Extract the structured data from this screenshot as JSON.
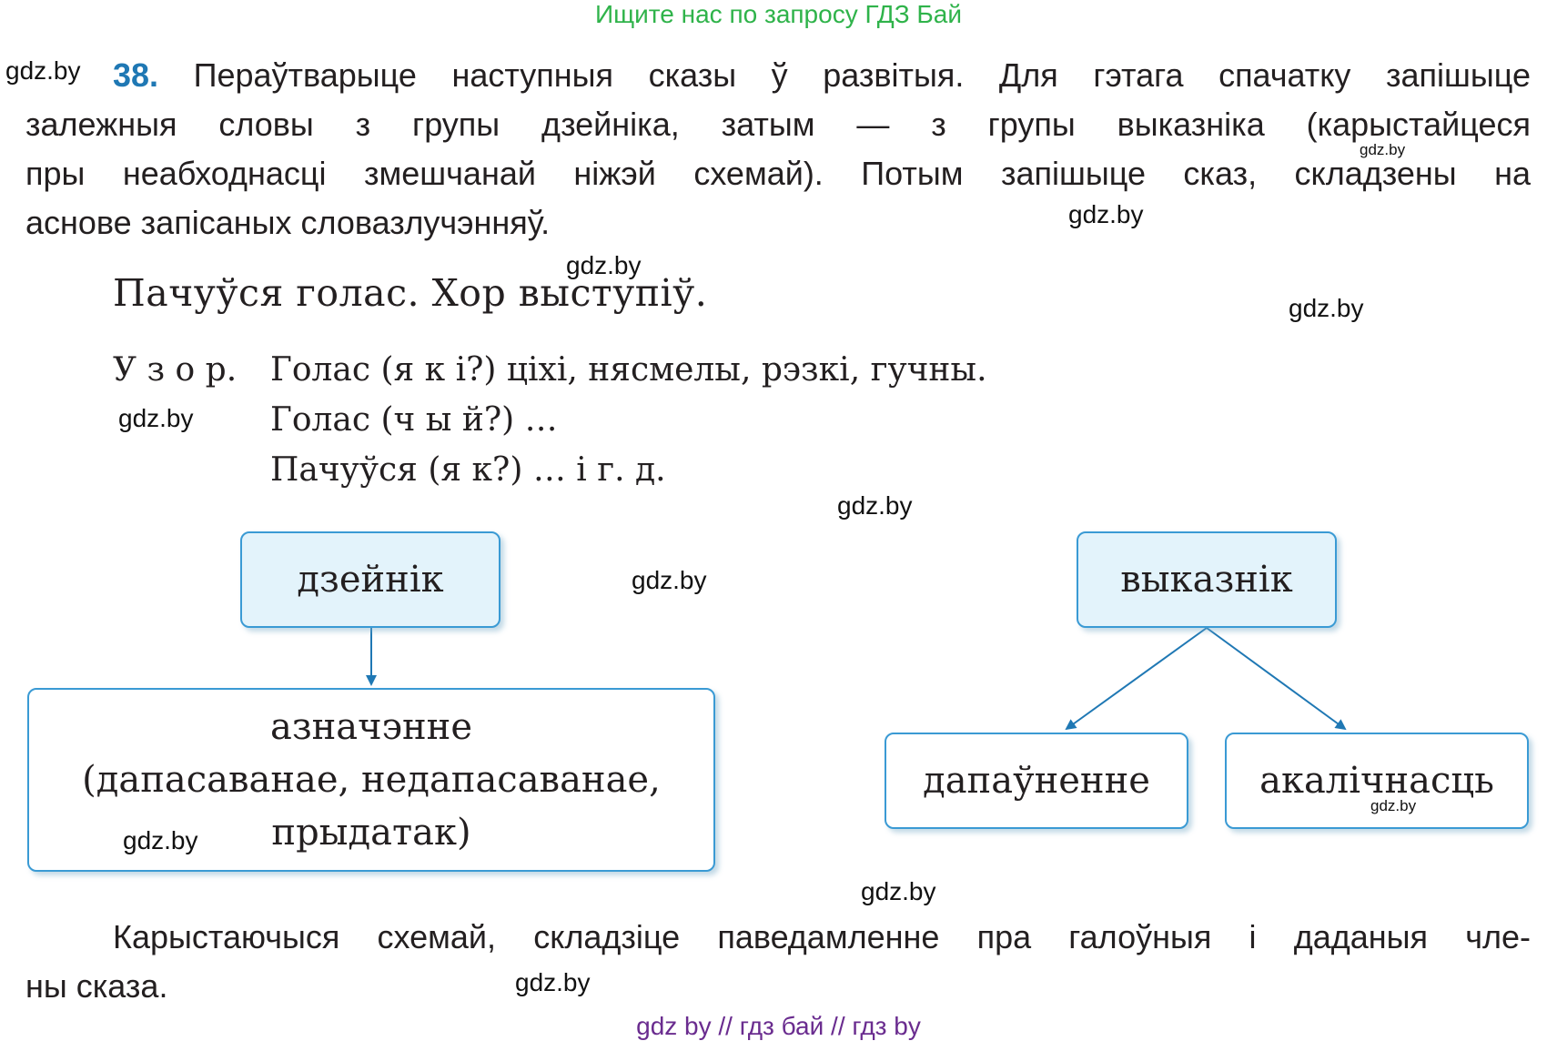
{
  "banner": "Ищите нас по запросу ГДЗ Бай",
  "watermark": "gdz.by",
  "task": {
    "number": "38.",
    "lines": [
      "Пераўтварыце наступныя сказы ў развітыя. Для гэтага спачатку запішыце",
      "залежныя словы з групы дзейніка, затым — з групы выказніка (карыстайцеся",
      "пры неабходнасці змешчанай ніжэй схемай). Потым запішыце сказ, складзены на",
      "аснове запісаных словазлучэнняў."
    ]
  },
  "example_sentence": "Пачуўся голас. Хор выступіў.",
  "pattern": {
    "label": "У з о р.",
    "lines": [
      "Голас (я к і?) ціхі, нясмелы, рэзкі, гучны.",
      "Голас (ч ы й?) …",
      "Пачуўся (я к?) … і г. д."
    ]
  },
  "diagram": {
    "subject": "дзейнік",
    "predicate": "выказнік",
    "attribute": [
      "азначэнне",
      "(дапасаванае, недапасаванае,",
      "прыдатак)"
    ],
    "object": "дапаўненне",
    "adverbial": "акалічнасць"
  },
  "closing": [
    "Карыстаючыся схемай, складзіце паведамленне пра галоўныя і даданыя чле-",
    "ны сказа."
  ],
  "footer": "gdz by  //  гдз бай  //  гдз by",
  "colors": {
    "accent": "#1f78b4",
    "box_fill": "#e3f3fb",
    "box_border": "#3a9ad4",
    "banner": "#2fb34a",
    "footer": "#6a2c8f"
  }
}
